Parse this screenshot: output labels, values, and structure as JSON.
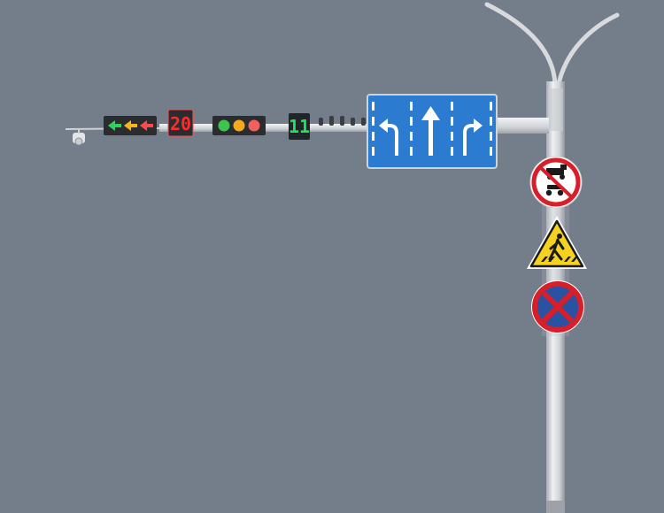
{
  "scene": {
    "background_color": "#747d8a",
    "pole_color": "#d4d7db",
    "sign_blue": "#2b7bd0",
    "sign_red": "#d81e28"
  },
  "signals": {
    "left_arrow_signal": {
      "arrows": [
        "green",
        "yellow",
        "red"
      ],
      "arrow_icon": "left-arrow-icon"
    },
    "countdown_red": {
      "display": "20",
      "color": "#ff2b2b"
    },
    "round_signal": {
      "lamps": [
        "green",
        "yellow",
        "red"
      ]
    },
    "countdown_green": {
      "display": "11",
      "color": "#29e05a"
    }
  },
  "lane_sign": {
    "lanes": [
      "left-turn",
      "straight",
      "right-turn"
    ],
    "icons": [
      "left-turn-arrow-icon",
      "straight-arrow-icon",
      "right-turn-arrow-icon"
    ]
  },
  "pole_signs": {
    "prohibition": "no-tractor-no-motor-tricycle-sign",
    "warning": "pedestrian-crossing-warning-sign",
    "no_stopping": "no-stopping-sign"
  }
}
